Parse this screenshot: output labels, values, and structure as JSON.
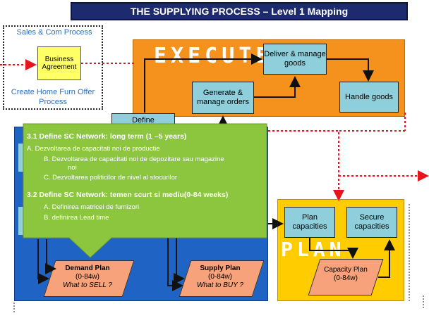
{
  "title": "THE SUPPLYING PROCESS – Level 1 Mapping",
  "sales_process": {
    "label": "Sales & Com Process",
    "note": "Business Agreement",
    "sub_label": "Create Home Furn Offer Process"
  },
  "execute": {
    "label": "EXECUTE",
    "deliver": "Deliver & manage goods",
    "generate": "Generate & manage orders",
    "handle": "Handle goods"
  },
  "define_tab": "Define",
  "plan": {
    "label": "PLAN",
    "plan_capacities": "Plan capacities",
    "secure_capacities": "Secure capacities",
    "capacity_plan": "Capacity Plan",
    "capacity_plan_range": "(0-84w)"
  },
  "demand_plan": {
    "title": "Demand Plan",
    "range": "(0-84w)",
    "question": "What to SELL ?"
  },
  "supply_plan": {
    "title": "Supply Plan",
    "range": "(0-84w)",
    "question": "What to BUY ?"
  },
  "callout": {
    "head1": "3.1  Define SC Network: long term (1 –5 years)",
    "item_a": "A. Dezvoltarea de capacitati noi de productie",
    "item_b": "B. Dezvoltarea de capacitati noi de depozitare sau  magazine",
    "item_b2": "noi",
    "item_c": "C. Dezvoltarea politicilor de nivel al stocurilor",
    "head2": "3.2  Define SC Network: temen scurt si mediu(0-84 weeks)",
    "item_2a": "A. Definirea matricei de furnizori",
    "item_2b": "B. definirea Lead time"
  },
  "colors": {
    "title_bg": "#1d2a6e",
    "execute_zone": "#f5921e",
    "plan_zone": "#ffcc00",
    "define_zone": "#1f63c4",
    "process_box": "#8ecfdb",
    "callout": "#8cc63f",
    "plan_shape": "#f7a27a",
    "link_red": "#e8141b"
  }
}
